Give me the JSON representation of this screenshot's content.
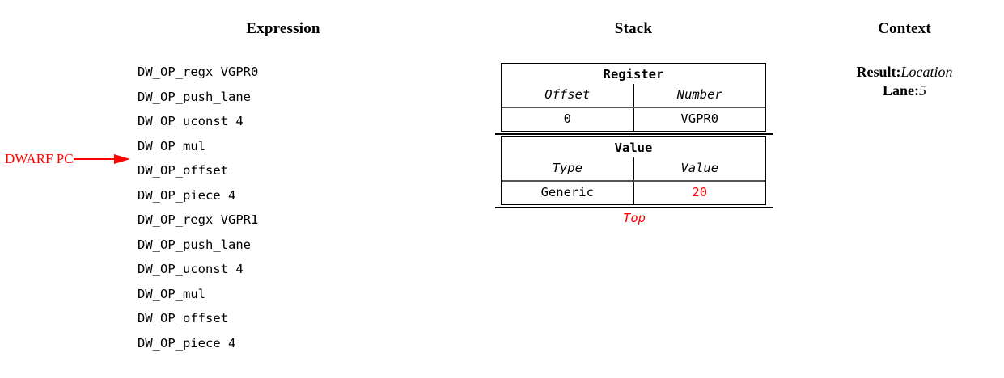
{
  "headings": {
    "expression": "Expression",
    "stack": "Stack",
    "context": "Context"
  },
  "expression": {
    "lines": [
      "DW_OP_regx VGPR0",
      "DW_OP_push_lane",
      "DW_OP_uconst 4",
      "DW_OP_mul",
      "DW_OP_offset",
      "DW_OP_piece 4",
      "DW_OP_regx VGPR1",
      "DW_OP_push_lane",
      "DW_OP_uconst 4",
      "DW_OP_mul",
      "DW_OP_offset",
      "DW_OP_piece 4"
    ],
    "pointer": {
      "label": "DWARF PC",
      "target_line_index": 4,
      "color": "#ff0000"
    }
  },
  "stack": {
    "frames": [
      {
        "title": "Register",
        "columns": [
          "Offset",
          "Number"
        ],
        "values": [
          "0",
          "VGPR0"
        ],
        "value_colors": [
          "#000000",
          "#000000"
        ]
      },
      {
        "title": "Value",
        "columns": [
          "Type",
          "Value"
        ],
        "values": [
          "Generic",
          "20"
        ],
        "value_colors": [
          "#000000",
          "#ff0000"
        ]
      }
    ],
    "top_label": "Top",
    "top_label_color": "#ff0000"
  },
  "context": {
    "entries": [
      {
        "key": "Result:",
        "value": "Location"
      },
      {
        "key": "Lane:",
        "value": "5"
      }
    ]
  }
}
